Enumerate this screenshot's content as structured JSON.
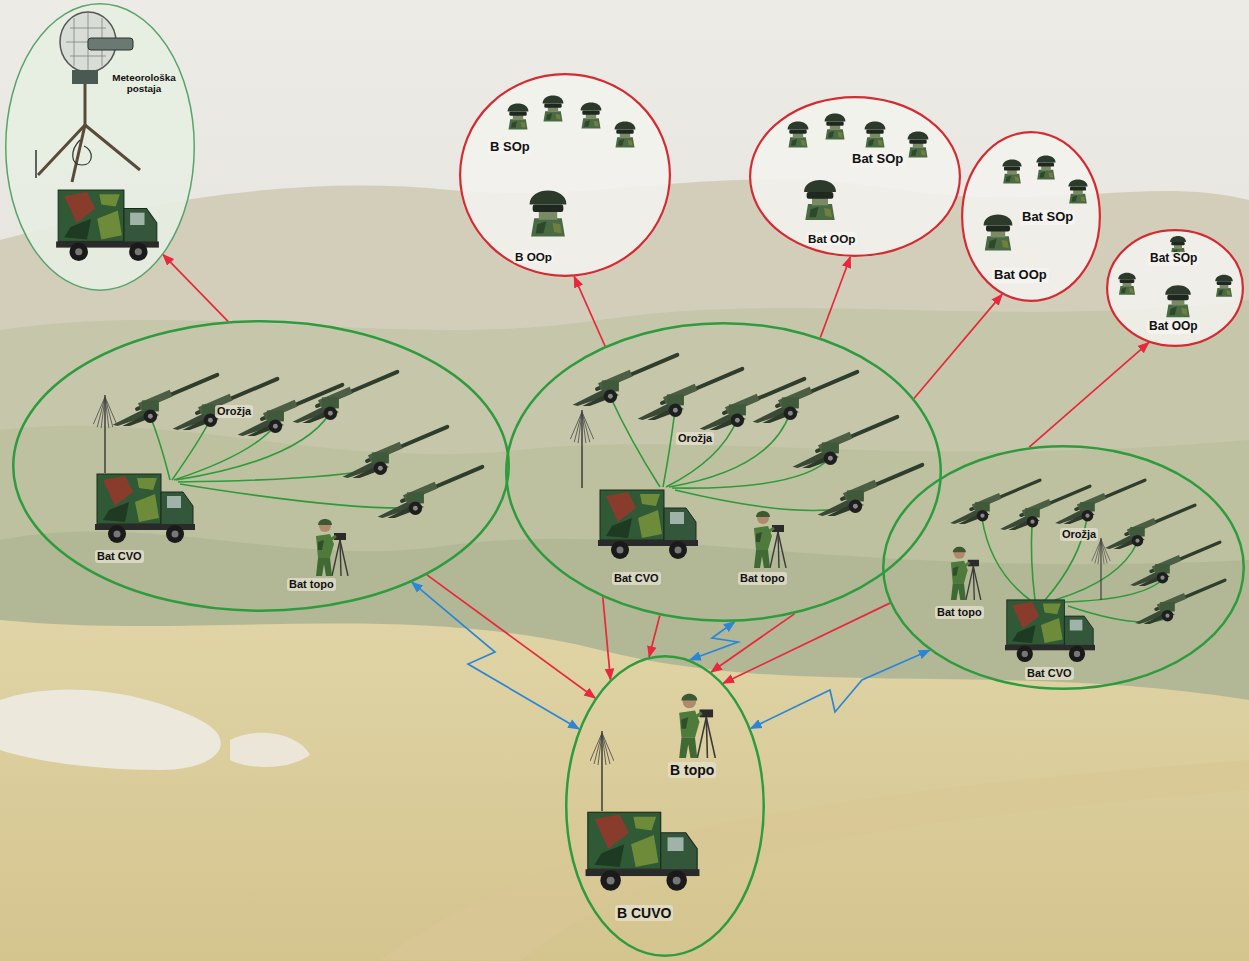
{
  "diagram": {
    "nodes": [
      {
        "text": [
          "Meteorološka postaja"
        ]
      },
      {
        "text": [
          "B SOp",
          "B OOp"
        ]
      },
      {
        "text": [
          "Bat SOp",
          "Bat OOp"
        ]
      },
      {
        "text": [
          "Bat SOp",
          "Bat OOp"
        ]
      },
      {
        "text": [
          "Bat SOp",
          "Bat OOp"
        ]
      },
      {
        "text": [
          "Orožja",
          "Bat CVO",
          "Bat topo"
        ]
      },
      {
        "text": [
          "Orožja",
          "Bat CVO",
          "Bat topo"
        ]
      },
      {
        "text": [
          "Orožja",
          "Bat topo",
          "Bat CVO"
        ]
      },
      {
        "text": [
          "B topo",
          "B CUVO"
        ]
      }
    ],
    "edges": [
      {
        "from": 5,
        "to": 0,
        "arrow": "to"
      },
      {
        "from": 6,
        "to": 1,
        "arrow": "to"
      },
      {
        "from": 6,
        "to": 2,
        "arrow": "to"
      },
      {
        "from": 6,
        "to": 3,
        "arrow": "to"
      },
      {
        "from": 7,
        "to": 4,
        "arrow": "to"
      },
      {
        "from": 5,
        "to": 8,
        "arrow": "to"
      },
      {
        "from": 6,
        "to": 8,
        "arrow": "to"
      },
      {
        "from": 6,
        "to": 8,
        "arrow": "to"
      },
      {
        "from": 6,
        "to": 8,
        "arrow": "to"
      },
      {
        "from": 7,
        "to": 8,
        "arrow": "to"
      },
      {
        "from": 5,
        "to": 8,
        "arrow": "both"
      },
      {
        "from": 6,
        "to": 8,
        "arrow": "both"
      },
      {
        "from": 7,
        "to": 8,
        "arrow": "both"
      }
    ]
  }
}
